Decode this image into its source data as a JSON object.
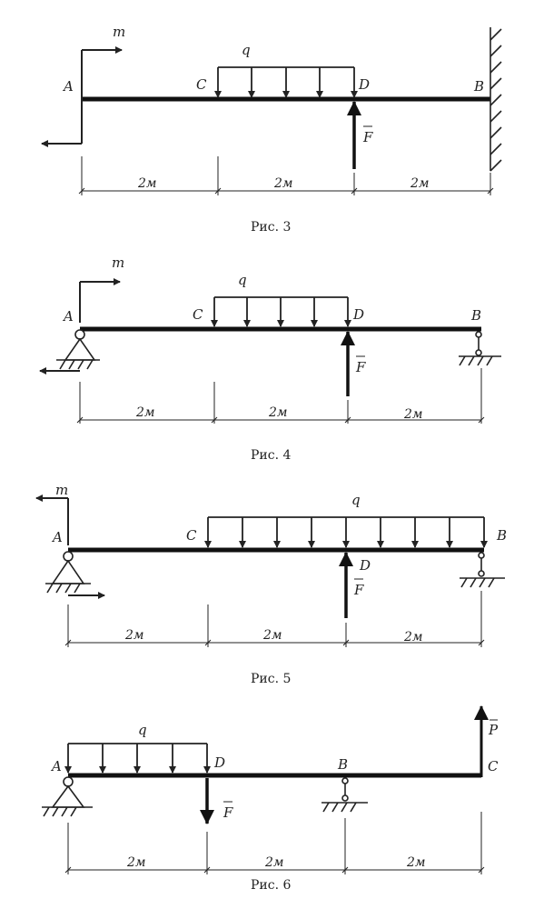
{
  "figures": [
    {
      "caption": "Рис. 3",
      "labels": {
        "A": "A",
        "C": "C",
        "D": "D",
        "B": "B"
      },
      "moment": "m",
      "load": "q",
      "force": "F",
      "dims": [
        "2м",
        "2м",
        "2м"
      ]
    },
    {
      "caption": "Рис. 4",
      "labels": {
        "A": "A",
        "C": "C",
        "D": "D",
        "B": "B"
      },
      "moment": "m",
      "load": "q",
      "force": "F",
      "dims": [
        "2м",
        "2м",
        "2м"
      ]
    },
    {
      "caption": "Рис. 5",
      "labels": {
        "A": "A",
        "C": "C",
        "D": "D",
        "B": "B"
      },
      "moment": "m",
      "load": "q",
      "force": "F",
      "dims": [
        "2м",
        "2м",
        "2м"
      ]
    },
    {
      "caption": "Рис. 6",
      "labels": {
        "A": "A",
        "D": "D",
        "B": "B",
        "C": "C"
      },
      "load": "q",
      "force": "F",
      "force2": "P",
      "dims": [
        "2м",
        "2м",
        "2м"
      ]
    }
  ]
}
